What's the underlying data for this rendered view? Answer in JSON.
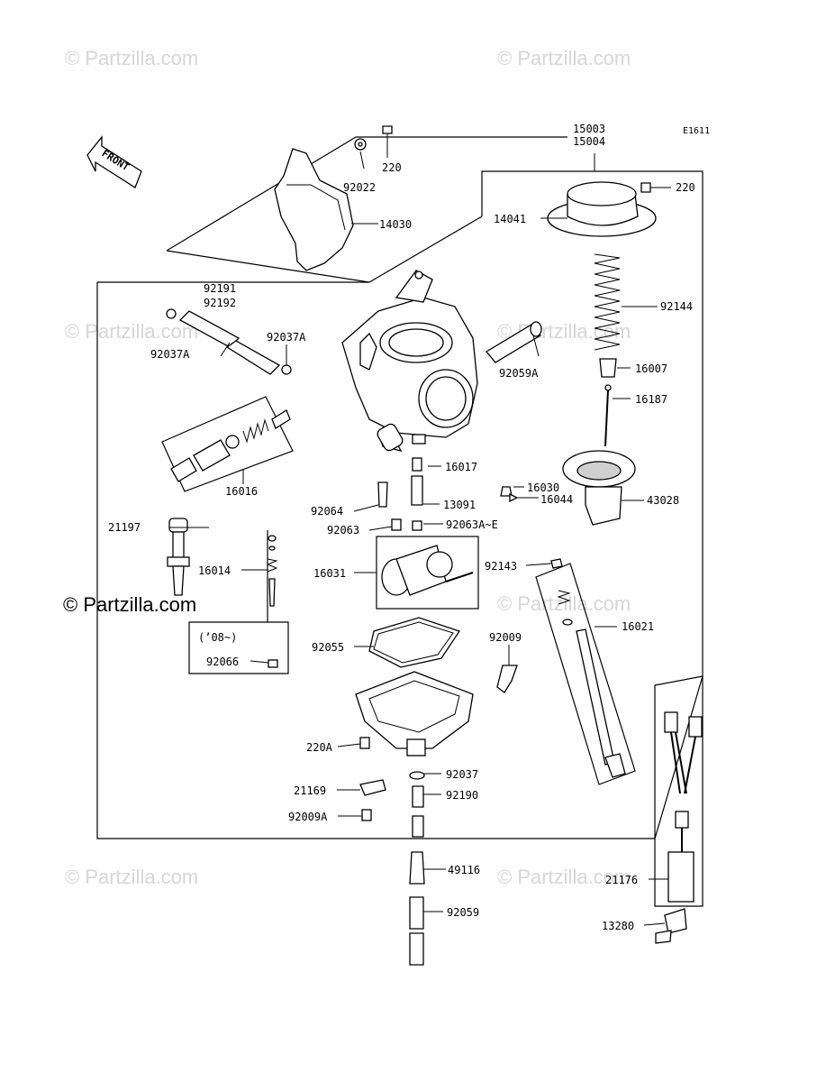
{
  "diagram_code": "E1611",
  "watermark": "© Partzilla.com",
  "watermark_main": "© Partzilla.com",
  "front_label": "FRONT",
  "labels": {
    "p15003": "15003",
    "p15004": "15004",
    "p220_top": "220",
    "p220_right": "220",
    "p92022": "92022",
    "p14030": "14030",
    "p14041": "14041",
    "p92191": "92191",
    "p92192": "92192",
    "p92037A_1": "92037A",
    "p92037A_2": "92037A",
    "p92144": "92144",
    "p92059A": "92059A",
    "p16007": "16007",
    "p16187": "16187",
    "p16016": "16016",
    "p16017": "16017",
    "p16030": "16030",
    "p16044": "16044",
    "p43028": "43028",
    "p13091": "13091",
    "p92064": "92064",
    "p92063": "92063",
    "p92063AE": "92063A~E",
    "p21197": "21197",
    "p16014": "16014",
    "p16031": "16031",
    "p92143": "92143",
    "p08": "(’08~)",
    "p92066": "92066",
    "p92055": "92055",
    "p92009": "92009",
    "p16021": "16021",
    "p220A": "220A",
    "p92037": "92037",
    "p21169": "21169",
    "p92190": "92190",
    "p92009A": "92009A",
    "p49116": "49116",
    "p21176": "21176",
    "p92059": "92059",
    "p13280": "13280"
  }
}
